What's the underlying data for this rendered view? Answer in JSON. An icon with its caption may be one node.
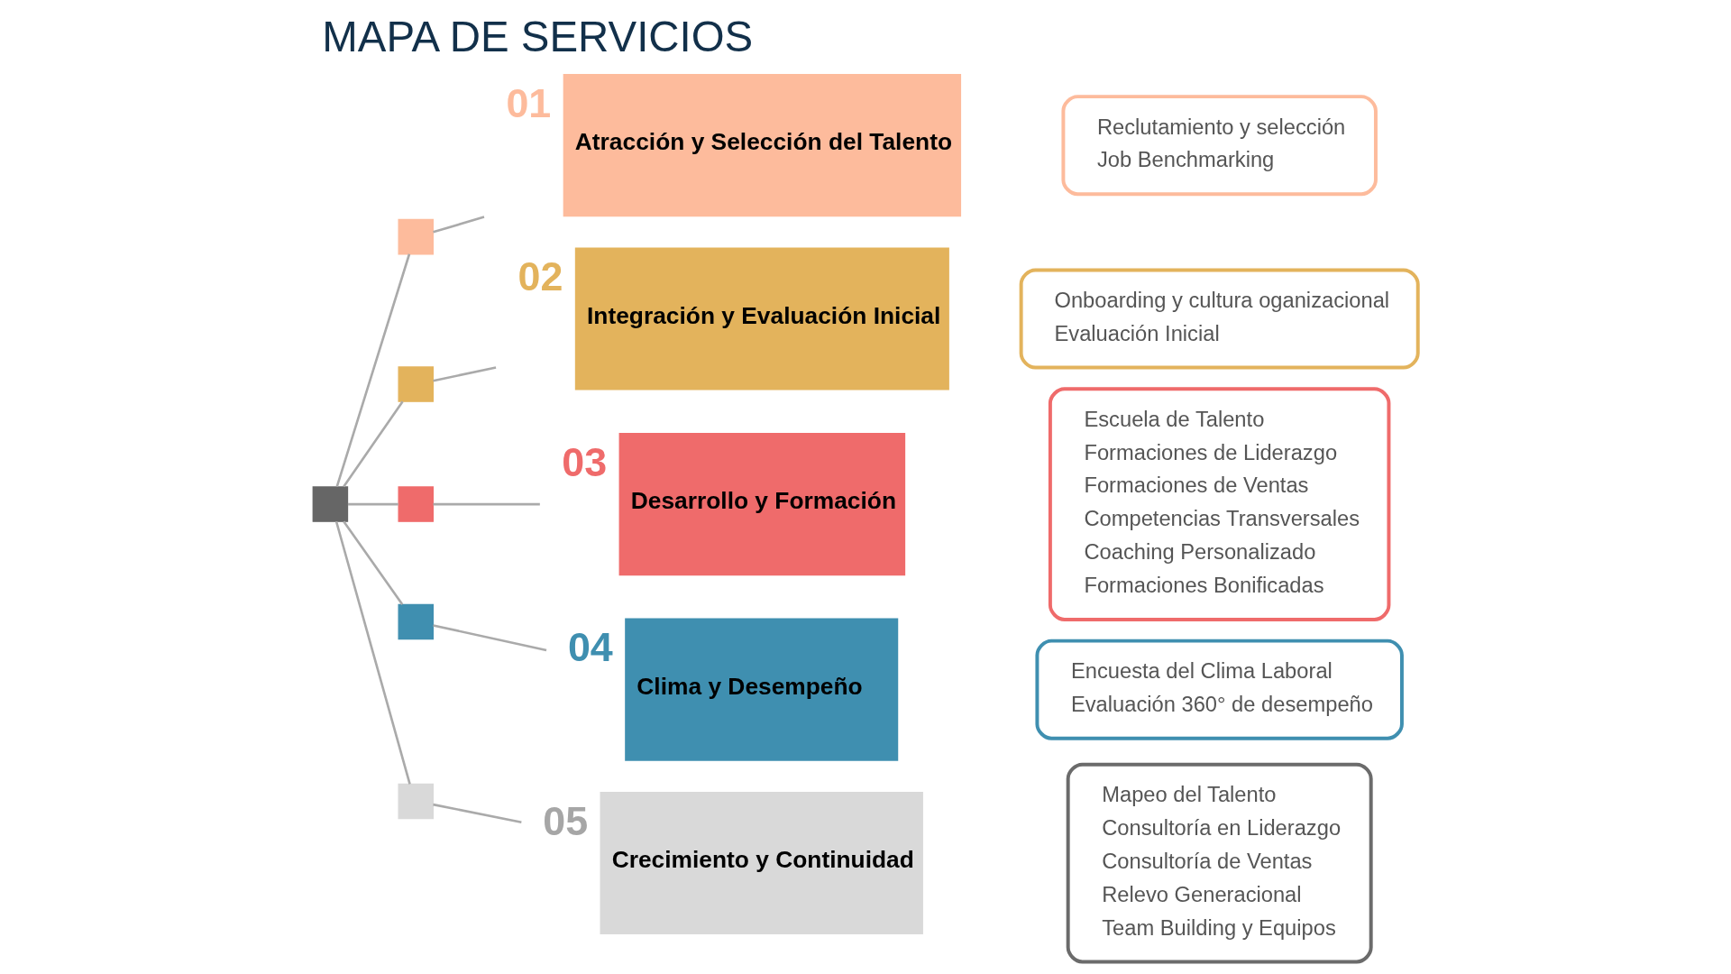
{
  "diagram": {
    "title": "MAPA DE SERVICIOS",
    "nodes": [
      {
        "text": [],
        "shape": "box"
      },
      {
        "text": [],
        "shape": "box"
      },
      {
        "text": [
          "Atracción y Selección del Talento"
        ],
        "beside": [
          "01"
        ]
      },
      {
        "text": [
          "Reclutamiento y selección",
          "Job Benchmarking"
        ]
      },
      {
        "text": [],
        "shape": "box"
      },
      {
        "text": [
          "Integración y Evaluación Inicial"
        ],
        "beside": [
          "02"
        ]
      },
      {
        "text": [
          "Onboarding y cultura oganizacional",
          "Evaluación Inicial"
        ]
      },
      {
        "text": [],
        "shape": "box"
      },
      {
        "text": [
          "Desarrollo y Formación"
        ],
        "beside": [
          "03"
        ]
      },
      {
        "text": [
          "Escuela de Talento",
          "Formaciones de Liderazgo",
          "Formaciones de Ventas",
          "Competencias Transversales",
          "Coaching Personalizado",
          "Formaciones Bonificadas"
        ]
      },
      {
        "text": [],
        "shape": "box"
      },
      {
        "text": [
          "Clima y Desempeño"
        ],
        "beside": [
          "04"
        ]
      },
      {
        "text": [
          "Encuesta del Clima Laboral",
          "Evaluación 360° de desempeño"
        ]
      },
      {
        "text": [],
        "shape": "box"
      },
      {
        "text": [
          "Crecimiento y Continuidad"
        ],
        "beside": [
          "05"
        ]
      },
      {
        "text": [
          "Mapeo del Talento",
          "Consultoría en Liderazgo",
          "Consultoría de Ventas",
          "Relevo Generacional",
          "Team Building y Equipos"
        ]
      }
    ],
    "edges": [
      {
        "from": 0,
        "to": 1,
        "arrow": "none"
      },
      {
        "from": 0,
        "to": 4,
        "arrow": "none"
      },
      {
        "from": 0,
        "to": 7,
        "arrow": "none"
      },
      {
        "from": 0,
        "to": 10,
        "arrow": "none"
      },
      {
        "from": 0,
        "to": 13,
        "arrow": "none"
      },
      {
        "from": 1,
        "to": 2,
        "arrow": "none"
      },
      {
        "from": 4,
        "to": 5,
        "arrow": "none"
      },
      {
        "from": 7,
        "to": 8,
        "arrow": "none"
      },
      {
        "from": 10,
        "to": 11,
        "arrow": "none"
      },
      {
        "from": 13,
        "to": 14,
        "arrow": "none"
      }
    ]
  }
}
